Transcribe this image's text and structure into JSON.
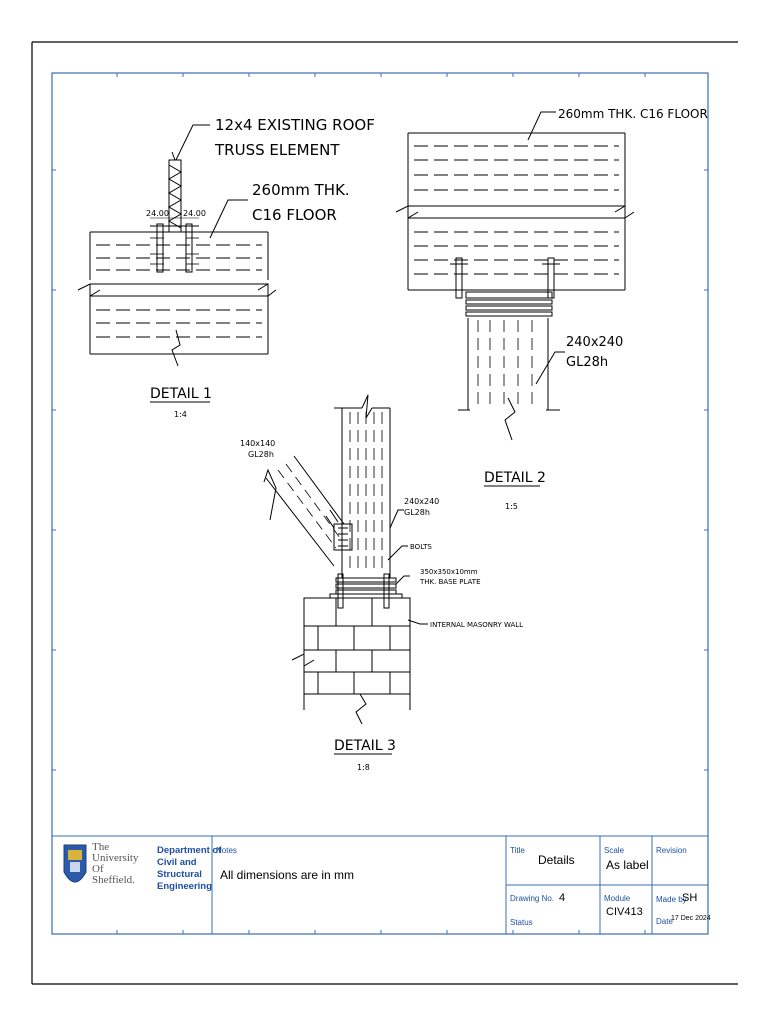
{
  "details": {
    "d1": {
      "label": "DETAIL 1",
      "scale": "1:4",
      "callout_truss_1": "12x4 EXISTING ROOF",
      "callout_truss_2": "TRUSS ELEMENT",
      "callout_floor_1": "260mm THK.",
      "callout_floor_2": "C16 FLOOR",
      "dim_left": "24.00",
      "dim_right": "24.00"
    },
    "d2": {
      "label": "DETAIL 2",
      "scale": "1:5",
      "callout_floor": "260mm THK. C16 FLOOR",
      "callout_col_1": "240x240",
      "callout_col_2": "GL28h"
    },
    "d3": {
      "label": "DETAIL 3",
      "scale": "1:8",
      "callout_brace_1": "140x140",
      "callout_brace_2": "GL28h",
      "callout_col_1": "240x240",
      "callout_col_2": "GL28h",
      "callout_bolts": "BOLTS",
      "callout_plate_1": "350x350x10mm",
      "callout_plate_2": "THK. BASE PLATE",
      "callout_wall": "INTERNAL MASONRY WALL"
    }
  },
  "title_block": {
    "logo_text": [
      "The",
      "University",
      "Of",
      "Sheffield."
    ],
    "department": [
      "Department of",
      "Civil and",
      "Structural",
      "Engineering"
    ],
    "notes_label": "Notes",
    "notes_text": "All dimensions are in mm",
    "title_label": "Title",
    "title_value": "Details",
    "scale_label": "Scale",
    "scale_value": "As label",
    "revision_label": "Revision",
    "drawing_no_label": "Drawing No.",
    "drawing_no_value": "4",
    "status_label": "Status",
    "module_label": "Module",
    "module_value": "CIV413",
    "made_by_label": "Made by",
    "made_by_value": "SH",
    "date_label": "Date",
    "date_value": "17 Dec 2024"
  },
  "colors": {
    "frame": "#3a6fb5",
    "text_blue": "#1f4fa3",
    "line": "#000000"
  }
}
